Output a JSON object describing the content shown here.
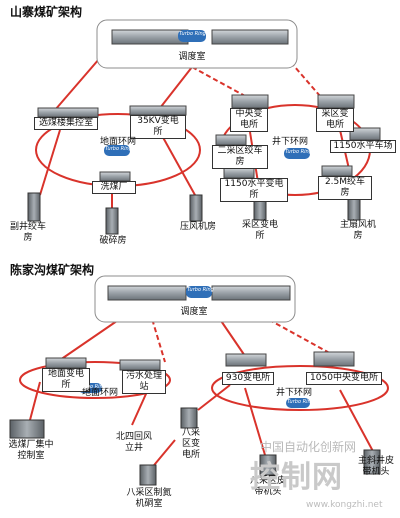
{
  "colors": {
    "link": "#d9332b",
    "device": "#8a9096",
    "device_dark": "#3a3f44",
    "badge": "#2f6fb8"
  },
  "badge_text": "Turbo Ring",
  "section1": {
    "title": "山寨煤矿架构",
    "control_room": "调度室",
    "nodes": {
      "collect": "选煤楼集控室",
      "kv35": "35KV变电所",
      "center": "中央变电所",
      "mining": "采区变电所",
      "mining2": "二采区绞车房",
      "l1150a": "1150水平车场",
      "l1150b": "1150水平变电所",
      "m25": "2.5M绞车房",
      "washery": "洗煤厂"
    },
    "rings": {
      "surface": "地面环网",
      "underground": "井下环网"
    },
    "endpoints": {
      "winch": "副井绞车房",
      "crusher": "破碎房",
      "compressor": "压风机房",
      "mine_sub": "采区变电所",
      "fan": "主扇风机房"
    }
  },
  "section2": {
    "title": "陈家沟煤矿架构",
    "control_room": "调度室",
    "nodes": {
      "surface_sub": "地面变电所",
      "sewage": "污水处理站",
      "s930": "930变电所",
      "s1050": "1050中央变电所"
    },
    "rings": {
      "surface": "地面环网",
      "underground": "井下环网"
    },
    "endpoints": {
      "wash": "选煤厂集中控制室",
      "north": "北四回风立井",
      "eight_sub": "八采区变电所",
      "eight_room": "八采区制氮机硐室",
      "eight_head": "八采区皮带机头",
      "main_belt": "主斜井皮带机头"
    }
  },
  "watermark": {
    "line1": "中国自动化创新网",
    "line2": "控制网",
    "url": "www.kongzhi.net"
  }
}
